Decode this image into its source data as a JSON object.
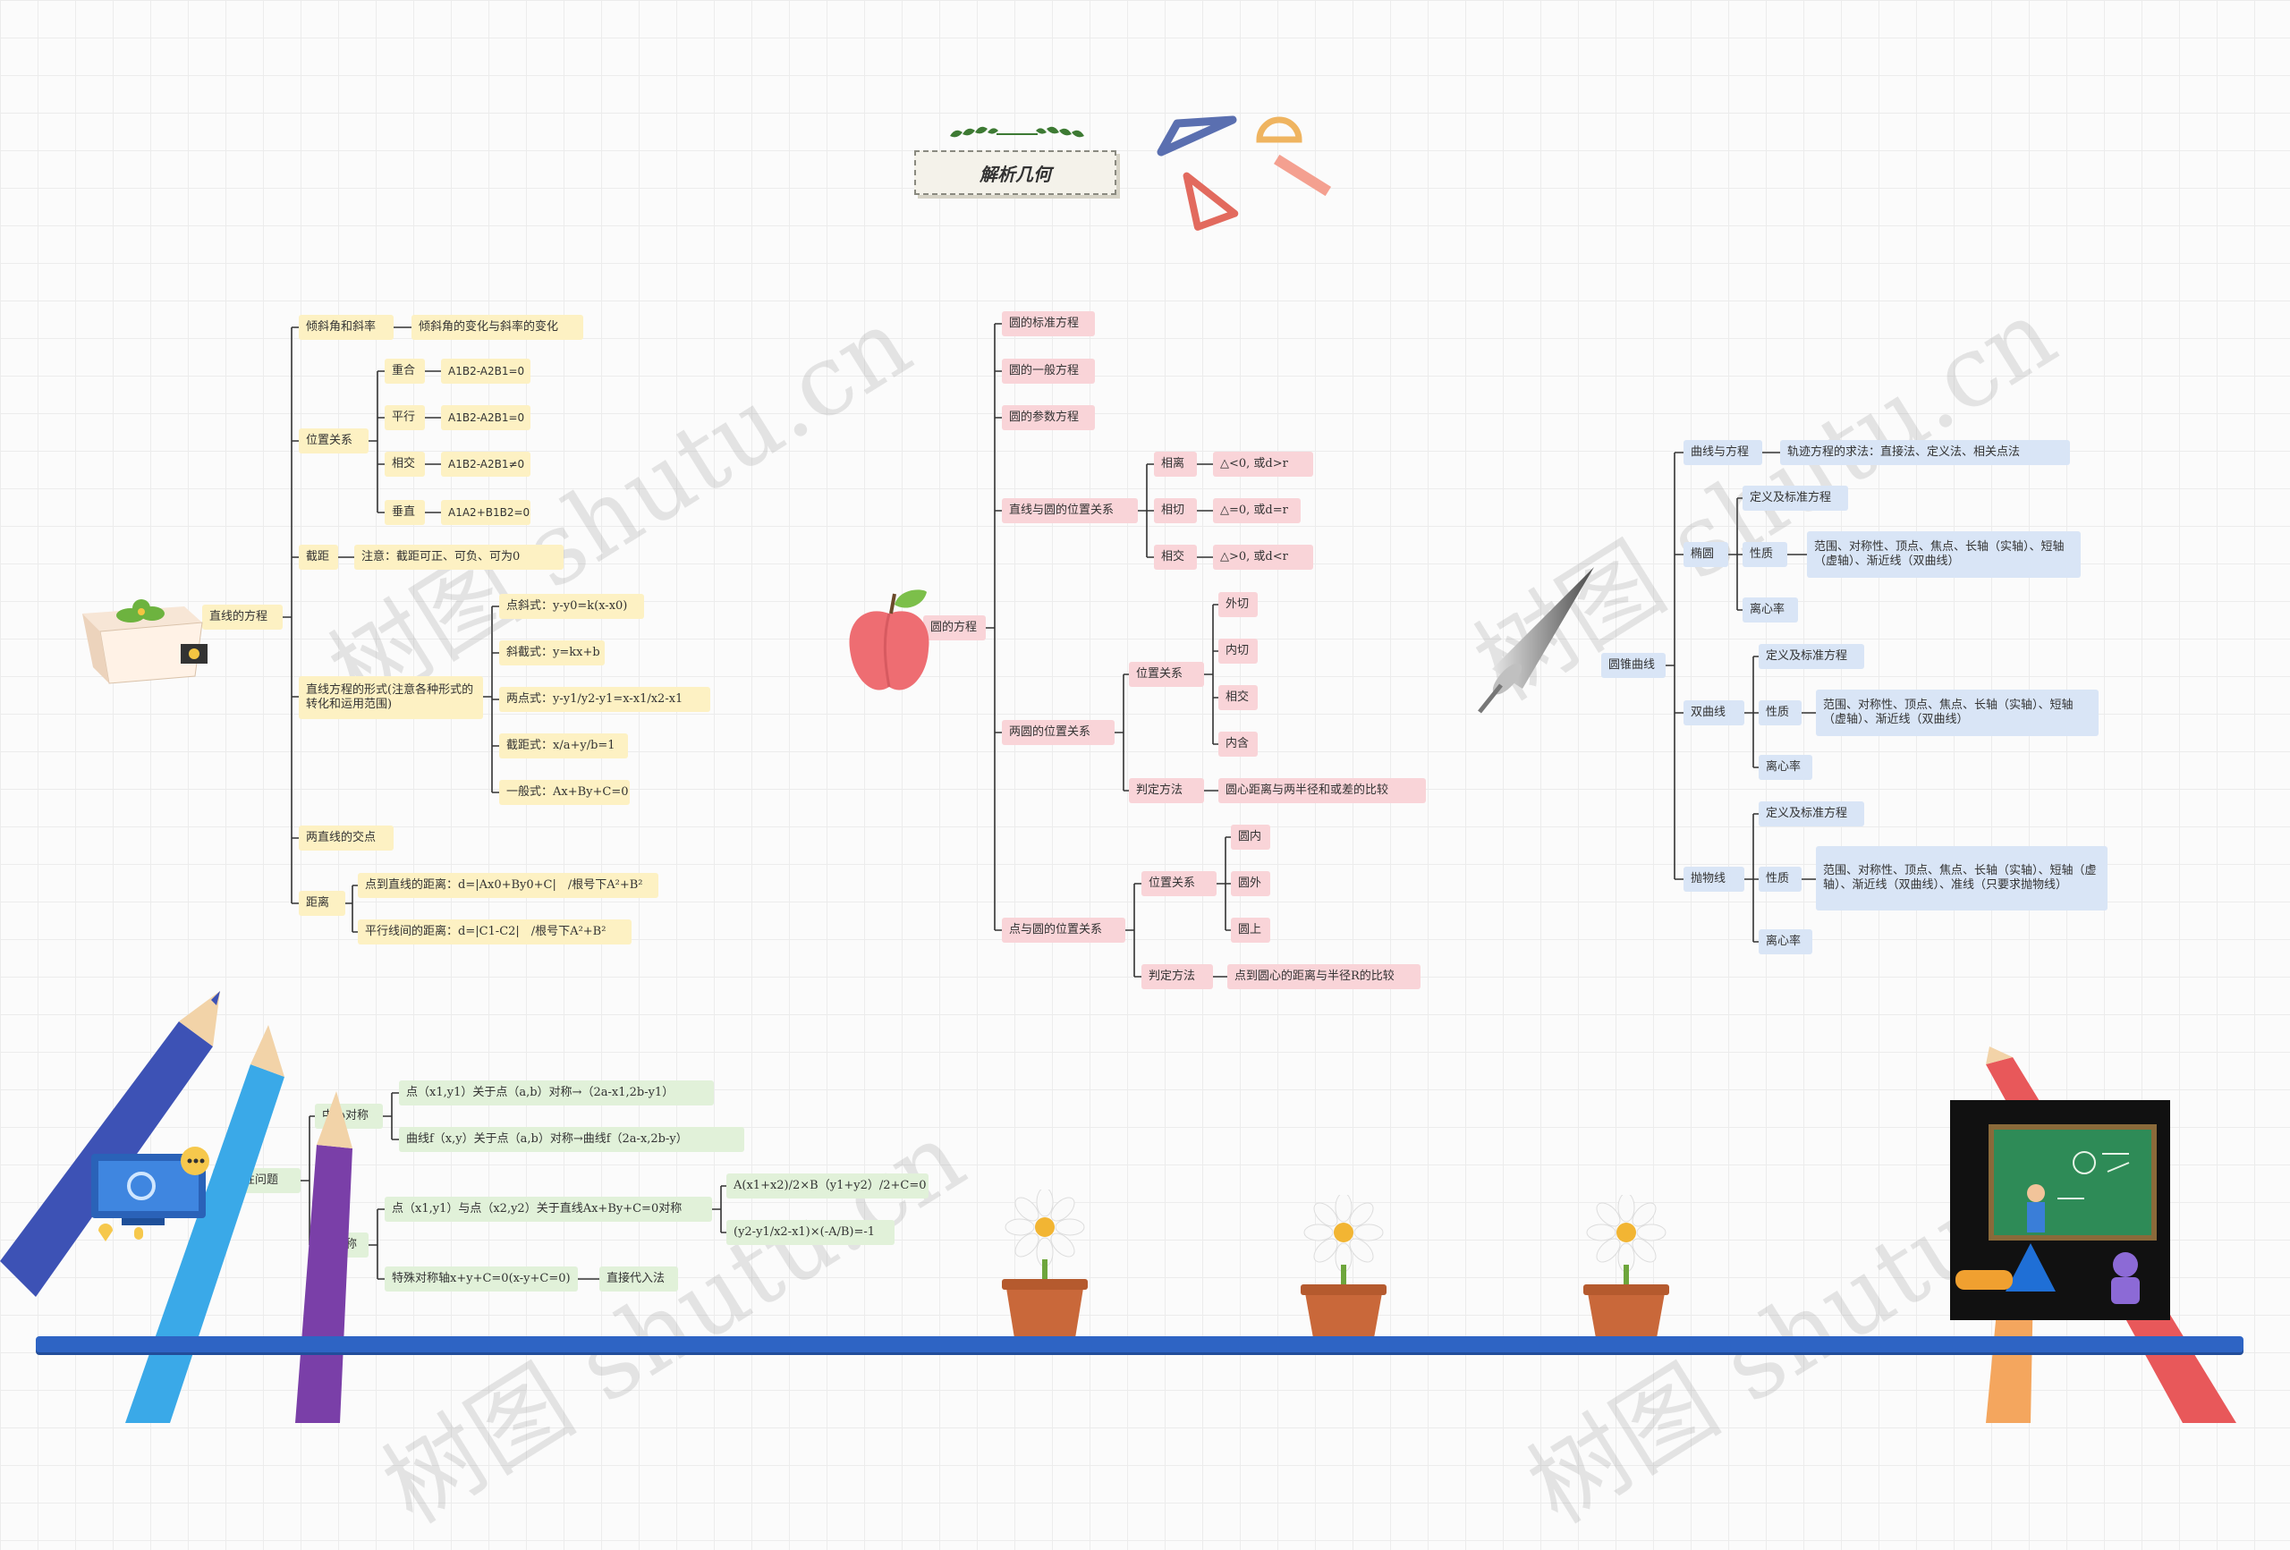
{
  "title": "解析几何",
  "watermark": "树图 shutu.cn",
  "colors": {
    "line_yellow": "#fdf1c3",
    "line_pink": "#f9d4d8",
    "line_blue": "#d9e5f6",
    "line_green": "#e1f1d9",
    "shelf": "#2e64c4"
  },
  "branches": {
    "line": {
      "root": "直线的方程",
      "slope": {
        "label": "倾斜角和斜率",
        "child": "倾斜角的变化与斜率的变化"
      },
      "position": {
        "label": "位置关系",
        "items": [
          {
            "label": "重合",
            "value": "A1B2-A2B1=0"
          },
          {
            "label": "平行",
            "value": "A1B2-A2B1=0"
          },
          {
            "label": "相交",
            "value": "A1B2-A2B1≠0"
          },
          {
            "label": "垂直",
            "value": "A1A2+B1B2=0"
          }
        ]
      },
      "intercept": {
        "label": "截距",
        "child": "注意：截距可正、可负、可为0"
      },
      "forms": {
        "label": "直线方程的形式(注意各种形式的转化和运用范围)",
        "items": [
          "点斜式：y-y0=k(x-x0)",
          "斜截式：y=kx+b",
          "两点式：y-y1/y2-y1=x-x1/x2-x1",
          "截距式：x/a+y/b=1",
          "一般式：Ax+By+C=0"
        ]
      },
      "intersection": "两直线的交点",
      "distance": {
        "label": "距离",
        "items": [
          "点到直线的距离：d=|Ax0+By0+C|　/根号下A²+B²",
          "平行线间的距离：d=|C1-C2|　/根号下A²+B²"
        ]
      }
    },
    "circle": {
      "root": "圆的方程",
      "standard": "圆的标准方程",
      "general": "圆的一般方程",
      "parametric": "圆的参数方程",
      "line_circle": {
        "label": "直线与圆的位置关系",
        "items": [
          {
            "label": "相离",
            "value": "△<0, 或d>r"
          },
          {
            "label": "相切",
            "value": "△=0, 或d=r"
          },
          {
            "label": "相交",
            "value": "△>0, 或d<r"
          }
        ]
      },
      "two_circles": {
        "label": "两圆的位置关系",
        "position": {
          "label": "位置关系",
          "items": [
            "外切",
            "内切",
            "相交",
            "内含"
          ]
        },
        "method": {
          "label": "判定方法",
          "value": "圆心距离与两半径和或差的比较"
        }
      },
      "point_circle": {
        "label": "点与圆的位置关系",
        "position": {
          "label": "位置关系",
          "items": [
            "圆内",
            "圆外",
            "圆上"
          ]
        },
        "method": {
          "label": "判定方法",
          "value": "点到圆心的距离与半径R的比较"
        }
      }
    },
    "conic": {
      "root": "圆锥曲线",
      "curve": {
        "label": "曲线与方程",
        "value": "轨迹方程的求法：直接法、定义法、相关点法"
      },
      "ellipse": {
        "label": "椭圆",
        "def": "定义及标准方程",
        "props_label": "性质",
        "props": "范围、对称性、顶点、焦点、长轴（实轴）、短轴（虚轴）、渐近线（双曲线）",
        "ecc": "离心率"
      },
      "hyperbola": {
        "label": "双曲线",
        "def": "定义及标准方程",
        "props_label": "性质",
        "props": "范围、对称性、顶点、焦点、长轴（实轴）、短轴（虚轴）、渐近线（双曲线）",
        "ecc": "离心率"
      },
      "parabola": {
        "label": "抛物线",
        "def": "定义及标准方程",
        "props_label": "性质",
        "props": "范围、对称性、顶点、焦点、长轴（实轴）、短轴（虚轴）、渐近线（双曲线）、准线（只要求抛物线）",
        "ecc": "离心率"
      }
    },
    "symmetry": {
      "root": "对称性问题",
      "center": {
        "label": "中心对称",
        "items": [
          "点（x1,y1）关于点（a,b）对称→（2a-x1,2b-y1）",
          "曲线f（x,y）关于点（a,b）对称→曲线f（2a-x,2b-y）"
        ]
      },
      "axis": {
        "label": "轴对称",
        "point": "点（x1,y1）与点（x2,y2）关于直线Ax+By+C=0对称",
        "conds": [
          "A(x1+x2)/2×B（y1+y2）/2+C=0",
          "(y2-y1/x2-x1)×(-A/B)=-1"
        ],
        "special": "特殊对称轴x+y+C=0(x-y+C=0)",
        "special_method": "直接代入法"
      }
    }
  }
}
